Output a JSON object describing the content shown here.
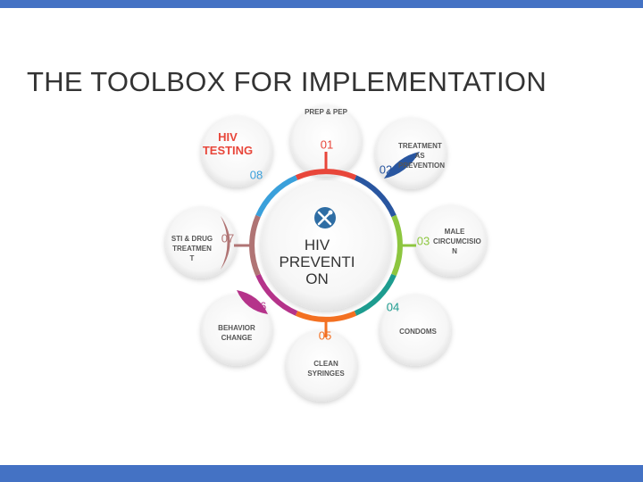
{
  "title": "THE TOOLBOX FOR IMPLEMENTATION",
  "center": {
    "line1": "HIV",
    "line2": "PREVENTI",
    "line3": "ON",
    "icon": "tools-icon"
  },
  "items": [
    {
      "number": "01",
      "label": "PREP & PEP",
      "color": "#e8463a"
    },
    {
      "number": "02",
      "label": "TREATMENT AS PREVENTION",
      "color": "#2956a0"
    },
    {
      "number": "03",
      "label": "MALE CIRCUMCISIO N",
      "color": "#8dc63f"
    },
    {
      "number": "04",
      "label": "CONDOMS",
      "color": "#1d9c8f"
    },
    {
      "number": "05",
      "label": "CLEAN SYRINGES",
      "color": "#f37021"
    },
    {
      "number": "06",
      "label": "BEHAVIOR CHANGE",
      "color": "#b5338a"
    },
    {
      "number": "07",
      "label": "STI & DRUG TREATMEN T",
      "color": "#b07474"
    },
    {
      "number": "08",
      "label": "HIV TESTING",
      "color": "#3aa0db"
    }
  ],
  "colors": {
    "accent_bar": "#4472c4",
    "hiv_testing_text": "#e8463a"
  }
}
